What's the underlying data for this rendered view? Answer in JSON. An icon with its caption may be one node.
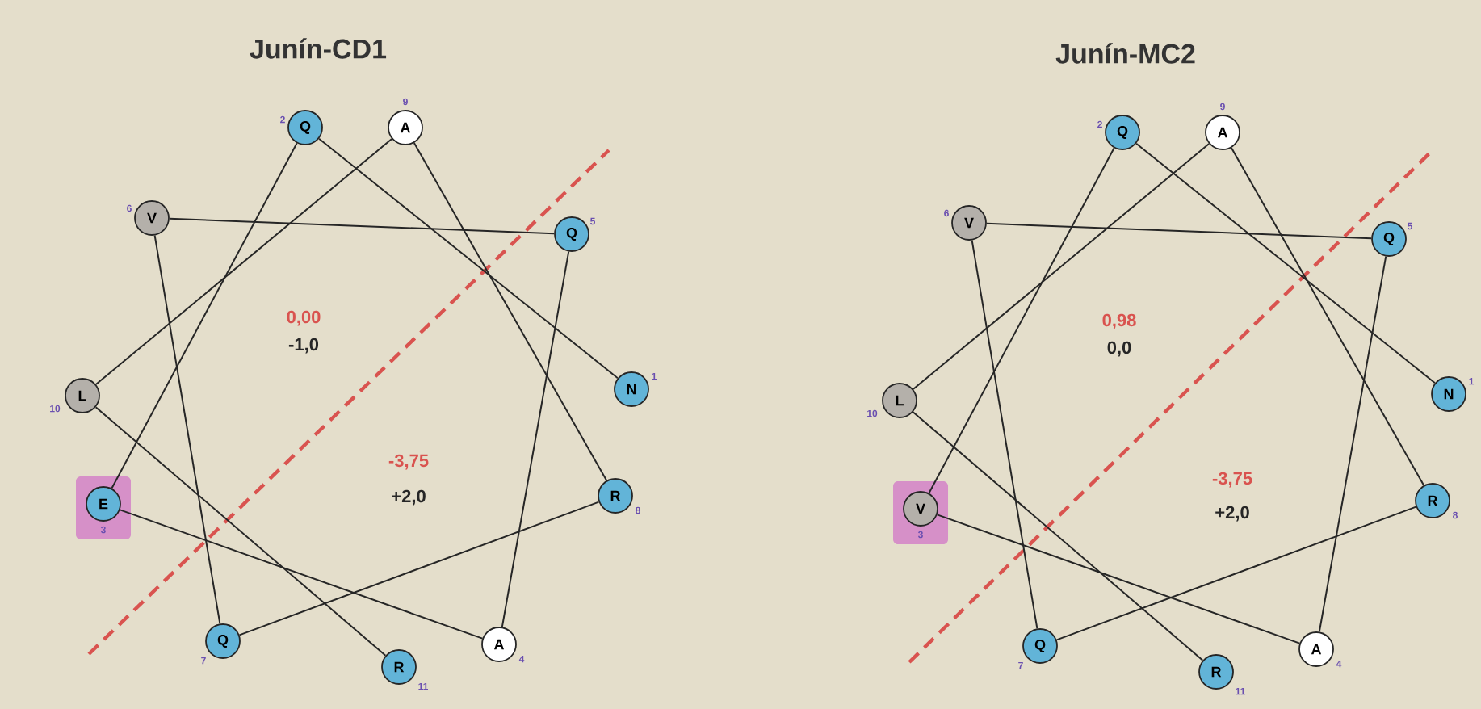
{
  "diagram": {
    "nodes": [
      {
        "text": [
          "N"
        ],
        "beside": [
          "1"
        ]
      },
      {
        "text": [
          "Q"
        ],
        "beside": [
          "2"
        ]
      },
      {
        "text": [
          "E"
        ],
        "beside": [
          "3"
        ]
      },
      {
        "text": [
          "A"
        ],
        "beside": [
          "4"
        ]
      },
      {
        "text": [
          "Q"
        ],
        "beside": [
          "5"
        ]
      },
      {
        "text": [
          "V"
        ],
        "beside": [
          "6"
        ]
      },
      {
        "text": [
          "Q"
        ],
        "beside": [
          "7"
        ]
      },
      {
        "text": [
          "R"
        ],
        "beside": [
          "8"
        ]
      },
      {
        "text": [
          "A"
        ],
        "beside": [
          "9"
        ]
      },
      {
        "text": [
          "L"
        ],
        "beside": [
          "10"
        ]
      },
      {
        "text": [
          "R"
        ],
        "beside": [
          "11"
        ]
      },
      {
        "text": [
          "N"
        ],
        "beside": [
          "1"
        ]
      },
      {
        "text": [
          "Q"
        ],
        "beside": [
          "2"
        ]
      },
      {
        "text": [
          "V"
        ],
        "beside": [
          "3"
        ]
      },
      {
        "text": [
          "A"
        ],
        "beside": [
          "4"
        ]
      },
      {
        "text": [
          "Q"
        ],
        "beside": [
          "5"
        ]
      },
      {
        "text": [
          "V"
        ],
        "beside": [
          "6"
        ]
      },
      {
        "text": [
          "Q"
        ],
        "beside": [
          "7"
        ]
      },
      {
        "text": [
          "R"
        ],
        "beside": [
          "8"
        ]
      },
      {
        "text": [
          "A"
        ],
        "beside": [
          "9"
        ]
      },
      {
        "text": [
          "L"
        ],
        "beside": [
          "10"
        ]
      },
      {
        "text": [
          "R"
        ],
        "beside": [
          "11"
        ]
      }
    ],
    "edges": [
      {
        "from": 0,
        "to": 1,
        "arrow": "none"
      },
      {
        "from": 1,
        "to": 2,
        "arrow": "none"
      },
      {
        "from": 2,
        "to": 3,
        "arrow": "none"
      },
      {
        "from": 3,
        "to": 4,
        "arrow": "none"
      },
      {
        "from": 4,
        "to": 5,
        "arrow": "none"
      },
      {
        "from": 5,
        "to": 6,
        "arrow": "none"
      },
      {
        "from": 6,
        "to": 7,
        "arrow": "none"
      },
      {
        "from": 7,
        "to": 8,
        "arrow": "none"
      },
      {
        "from": 8,
        "to": 9,
        "arrow": "none"
      },
      {
        "from": 9,
        "to": 10,
        "arrow": "none"
      },
      {
        "from": 11,
        "to": 12,
        "arrow": "none"
      },
      {
        "from": 12,
        "to": 13,
        "arrow": "none"
      },
      {
        "from": 13,
        "to": 14,
        "arrow": "none"
      },
      {
        "from": 14,
        "to": 15,
        "arrow": "none"
      },
      {
        "from": 15,
        "to": 16,
        "arrow": "none"
      },
      {
        "from": 16,
        "to": 17,
        "arrow": "none"
      },
      {
        "from": 17,
        "to": 18,
        "arrow": "none"
      },
      {
        "from": 18,
        "to": 19,
        "arrow": "none"
      },
      {
        "from": 19,
        "to": 20,
        "arrow": "none"
      },
      {
        "from": 20,
        "to": 21,
        "arrow": "none"
      }
    ],
    "labels": [
      "Junín-CD1",
      "0,00",
      "-1,0",
      "-3,75",
      "+2,0",
      "Junín-MC2",
      "0,98",
      "0,0",
      "-3,75",
      "+2,0"
    ]
  }
}
